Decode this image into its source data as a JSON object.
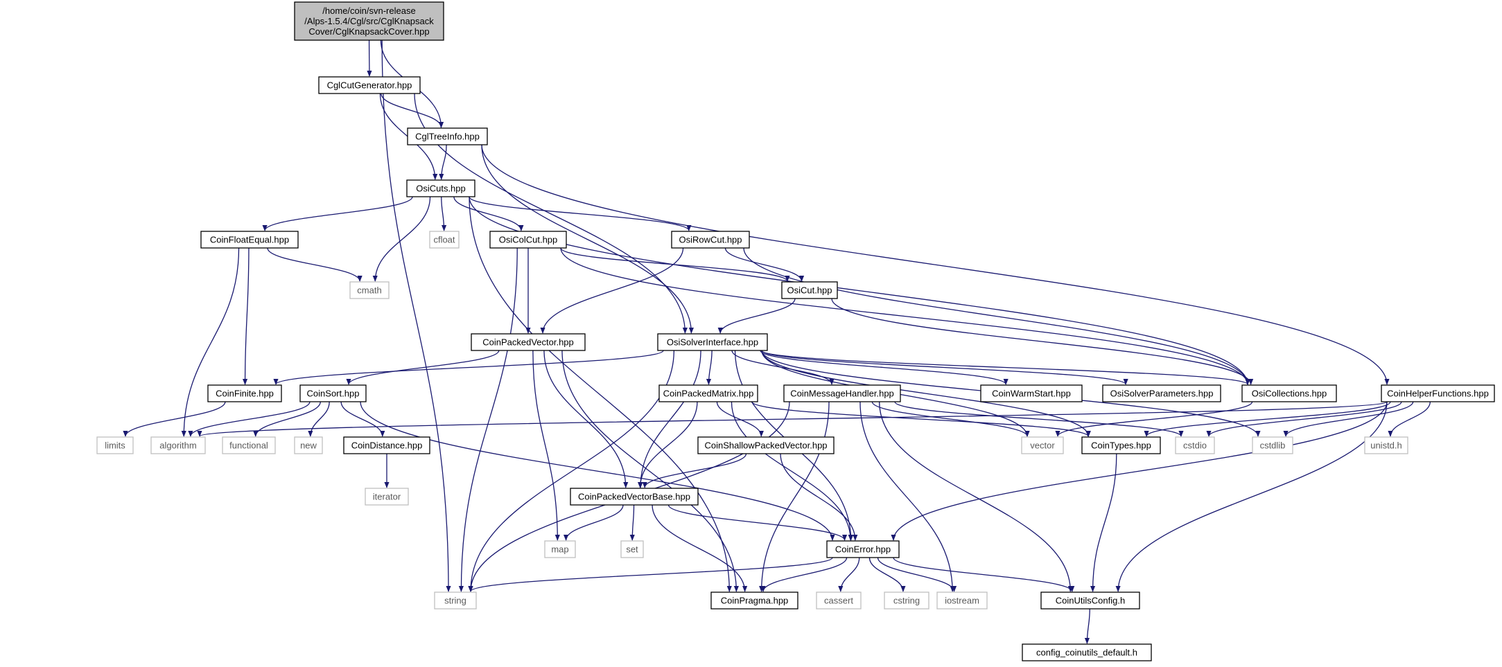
{
  "diagram": {
    "nodes": [
      {
        "id": "root",
        "lines": [
          "/home/coin/svn-release",
          "/Alps-1.5.4/Cgl/src/CglKnapsack",
          "Cover/CglKnapsackCover.hpp"
        ],
        "kind": "root"
      },
      {
        "id": "cglcutgen",
        "lines": [
          "CglCutGenerator.hpp"
        ],
        "kind": "file"
      },
      {
        "id": "cgltreeinfo",
        "lines": [
          "CglTreeInfo.hpp"
        ],
        "kind": "file"
      },
      {
        "id": "osicuts",
        "lines": [
          "OsiCuts.hpp"
        ],
        "kind": "file"
      },
      {
        "id": "coinfloatequal",
        "lines": [
          "CoinFloatEqual.hpp"
        ],
        "kind": "file"
      },
      {
        "id": "cfloat",
        "lines": [
          "cfloat"
        ],
        "kind": "sys"
      },
      {
        "id": "osicolcut",
        "lines": [
          "OsiColCut.hpp"
        ],
        "kind": "file"
      },
      {
        "id": "osirowcut",
        "lines": [
          "OsiRowCut.hpp"
        ],
        "kind": "file"
      },
      {
        "id": "cmath",
        "lines": [
          "cmath"
        ],
        "kind": "sys"
      },
      {
        "id": "osicut",
        "lines": [
          "OsiCut.hpp"
        ],
        "kind": "file"
      },
      {
        "id": "coinpackedvector",
        "lines": [
          "CoinPackedVector.hpp"
        ],
        "kind": "file"
      },
      {
        "id": "osisolverinterface",
        "lines": [
          "OsiSolverInterface.hpp"
        ],
        "kind": "file"
      },
      {
        "id": "coinfinite",
        "lines": [
          "CoinFinite.hpp"
        ],
        "kind": "file"
      },
      {
        "id": "coinsort",
        "lines": [
          "CoinSort.hpp"
        ],
        "kind": "file"
      },
      {
        "id": "coinpackedmatrix",
        "lines": [
          "CoinPackedMatrix.hpp"
        ],
        "kind": "file"
      },
      {
        "id": "coinmessagehandler",
        "lines": [
          "CoinMessageHandler.hpp"
        ],
        "kind": "file"
      },
      {
        "id": "coinwarmstart",
        "lines": [
          "CoinWarmStart.hpp"
        ],
        "kind": "file"
      },
      {
        "id": "osisolverparameters",
        "lines": [
          "OsiSolverParameters.hpp"
        ],
        "kind": "file"
      },
      {
        "id": "osicollections",
        "lines": [
          "OsiCollections.hpp"
        ],
        "kind": "file"
      },
      {
        "id": "coinhelperfunctions",
        "lines": [
          "CoinHelperFunctions.hpp"
        ],
        "kind": "file"
      },
      {
        "id": "limits",
        "lines": [
          "limits"
        ],
        "kind": "sys"
      },
      {
        "id": "algorithm",
        "lines": [
          "algorithm"
        ],
        "kind": "sys"
      },
      {
        "id": "functional",
        "lines": [
          "functional"
        ],
        "kind": "sys"
      },
      {
        "id": "new",
        "lines": [
          "new"
        ],
        "kind": "sys"
      },
      {
        "id": "coindistance",
        "lines": [
          "CoinDistance.hpp"
        ],
        "kind": "file"
      },
      {
        "id": "coinshallowpackedvector",
        "lines": [
          "CoinShallowPackedVector.hpp"
        ],
        "kind": "file"
      },
      {
        "id": "vector",
        "lines": [
          "vector"
        ],
        "kind": "sys"
      },
      {
        "id": "cointypes",
        "lines": [
          "CoinTypes.hpp"
        ],
        "kind": "file"
      },
      {
        "id": "cstdio",
        "lines": [
          "cstdio"
        ],
        "kind": "sys"
      },
      {
        "id": "cstdlib",
        "lines": [
          "cstdlib"
        ],
        "kind": "sys"
      },
      {
        "id": "unistd",
        "lines": [
          "unistd.h"
        ],
        "kind": "sys"
      },
      {
        "id": "iterator",
        "lines": [
          "iterator"
        ],
        "kind": "sys"
      },
      {
        "id": "coinpackedvectorbase",
        "lines": [
          "CoinPackedVectorBase.hpp"
        ],
        "kind": "file"
      },
      {
        "id": "map",
        "lines": [
          "map"
        ],
        "kind": "sys"
      },
      {
        "id": "set",
        "lines": [
          "set"
        ],
        "kind": "sys"
      },
      {
        "id": "coinerror",
        "lines": [
          "CoinError.hpp"
        ],
        "kind": "file"
      },
      {
        "id": "string",
        "lines": [
          "string"
        ],
        "kind": "sys"
      },
      {
        "id": "coinpragma",
        "lines": [
          "CoinPragma.hpp"
        ],
        "kind": "file"
      },
      {
        "id": "cassert",
        "lines": [
          "cassert"
        ],
        "kind": "sys"
      },
      {
        "id": "cstring",
        "lines": [
          "cstring"
        ],
        "kind": "sys"
      },
      {
        "id": "iostream",
        "lines": [
          "iostream"
        ],
        "kind": "sys"
      },
      {
        "id": "coinutilsconfig",
        "lines": [
          "CoinUtilsConfig.h"
        ],
        "kind": "file"
      },
      {
        "id": "configdefault",
        "lines": [
          "config_coinutils_default.h"
        ],
        "kind": "file"
      }
    ],
    "edges": [
      [
        "root",
        "cglcutgen"
      ],
      [
        "root",
        "cgltreeinfo"
      ],
      [
        "root",
        "string"
      ],
      [
        "cglcutgen",
        "cgltreeinfo"
      ],
      [
        "cglcutgen",
        "osicuts"
      ],
      [
        "cglcutgen",
        "osisolverinterface"
      ],
      [
        "cgltreeinfo",
        "osicuts"
      ],
      [
        "cgltreeinfo",
        "osisolverinterface"
      ],
      [
        "cgltreeinfo",
        "coinhelperfunctions"
      ],
      [
        "osicuts",
        "coinfloatequal"
      ],
      [
        "osicuts",
        "cfloat"
      ],
      [
        "osicuts",
        "osicolcut"
      ],
      [
        "osicuts",
        "osirowcut"
      ],
      [
        "osicuts",
        "cmath"
      ],
      [
        "osicuts",
        "osicollections"
      ],
      [
        "osicuts",
        "coinpragma"
      ],
      [
        "coinfloatequal",
        "cmath"
      ],
      [
        "coinfloatequal",
        "coinfinite"
      ],
      [
        "coinfloatequal",
        "algorithm"
      ],
      [
        "osicolcut",
        "coinpackedvector"
      ],
      [
        "osicolcut",
        "osicut"
      ],
      [
        "osicolcut",
        "osicollections"
      ],
      [
        "osicolcut",
        "string"
      ],
      [
        "osirowcut",
        "coinpackedvector"
      ],
      [
        "osirowcut",
        "osicut"
      ],
      [
        "osirowcut",
        "osicollections"
      ],
      [
        "osicut",
        "osisolverinterface"
      ],
      [
        "osicut",
        "osicollections"
      ],
      [
        "coinpackedvector",
        "coinsort"
      ],
      [
        "coinpackedvector",
        "coinpackedvectorbase"
      ],
      [
        "coinpackedvector",
        "map"
      ],
      [
        "coinpackedvector",
        "coinpragma"
      ],
      [
        "osisolverinterface",
        "coinfinite"
      ],
      [
        "osisolverinterface",
        "coinpackedmatrix"
      ],
      [
        "osisolverinterface",
        "coinmessagehandler"
      ],
      [
        "osisolverinterface",
        "coinwarmstart"
      ],
      [
        "osisolverinterface",
        "osisolverparameters"
      ],
      [
        "osisolverinterface",
        "osicollections"
      ],
      [
        "osisolverinterface",
        "coinpackedvectorbase"
      ],
      [
        "osisolverinterface",
        "coinerror"
      ],
      [
        "osisolverinterface",
        "string"
      ],
      [
        "osisolverinterface",
        "vector"
      ],
      [
        "osisolverinterface",
        "cointypes"
      ],
      [
        "osisolverinterface",
        "cstdlib"
      ],
      [
        "coinfinite",
        "limits"
      ],
      [
        "coinsort",
        "algorithm"
      ],
      [
        "coinsort",
        "functional"
      ],
      [
        "coinsort",
        "new"
      ],
      [
        "coinsort",
        "coindistance"
      ],
      [
        "coinsort",
        "coinerror"
      ],
      [
        "coindistance",
        "iterator"
      ],
      [
        "coinpackedmatrix",
        "coinshallowpackedvector"
      ],
      [
        "coinpackedmatrix",
        "coinpackedvectorbase"
      ],
      [
        "coinpackedmatrix",
        "coinerror"
      ],
      [
        "coinpackedmatrix",
        "cointypes"
      ],
      [
        "coinmessagehandler",
        "vector"
      ],
      [
        "coinmessagehandler",
        "cstdio"
      ],
      [
        "coinmessagehandler",
        "iostream"
      ],
      [
        "coinmessagehandler",
        "string"
      ],
      [
        "coinmessagehandler",
        "coinpragma"
      ],
      [
        "coinmessagehandler",
        "coinutilsconfig"
      ],
      [
        "coinshallowpackedvector",
        "coinpackedvectorbase"
      ],
      [
        "coinshallowpackedvector",
        "coinerror"
      ],
      [
        "osicollections",
        "vector"
      ],
      [
        "coinhelperfunctions",
        "algorithm"
      ],
      [
        "coinhelperfunctions",
        "cointypes"
      ],
      [
        "coinhelperfunctions",
        "cstdio"
      ],
      [
        "coinhelperfunctions",
        "cstdlib"
      ],
      [
        "coinhelperfunctions",
        "unistd"
      ],
      [
        "coinhelperfunctions",
        "coinerror"
      ],
      [
        "coinhelperfunctions",
        "coinutilsconfig"
      ],
      [
        "cointypes",
        "coinutilsconfig"
      ],
      [
        "coinpackedvectorbase",
        "map"
      ],
      [
        "coinpackedvectorbase",
        "set"
      ],
      [
        "coinpackedvectorbase",
        "coinerror"
      ],
      [
        "coinpackedvectorbase",
        "coinpragma"
      ],
      [
        "coinerror",
        "string"
      ],
      [
        "coinerror",
        "coinpragma"
      ],
      [
        "coinerror",
        "cassert"
      ],
      [
        "coinerror",
        "cstring"
      ],
      [
        "coinerror",
        "iostream"
      ],
      [
        "coinerror",
        "coinutilsconfig"
      ],
      [
        "coinutilsconfig",
        "configdefault"
      ]
    ]
  }
}
